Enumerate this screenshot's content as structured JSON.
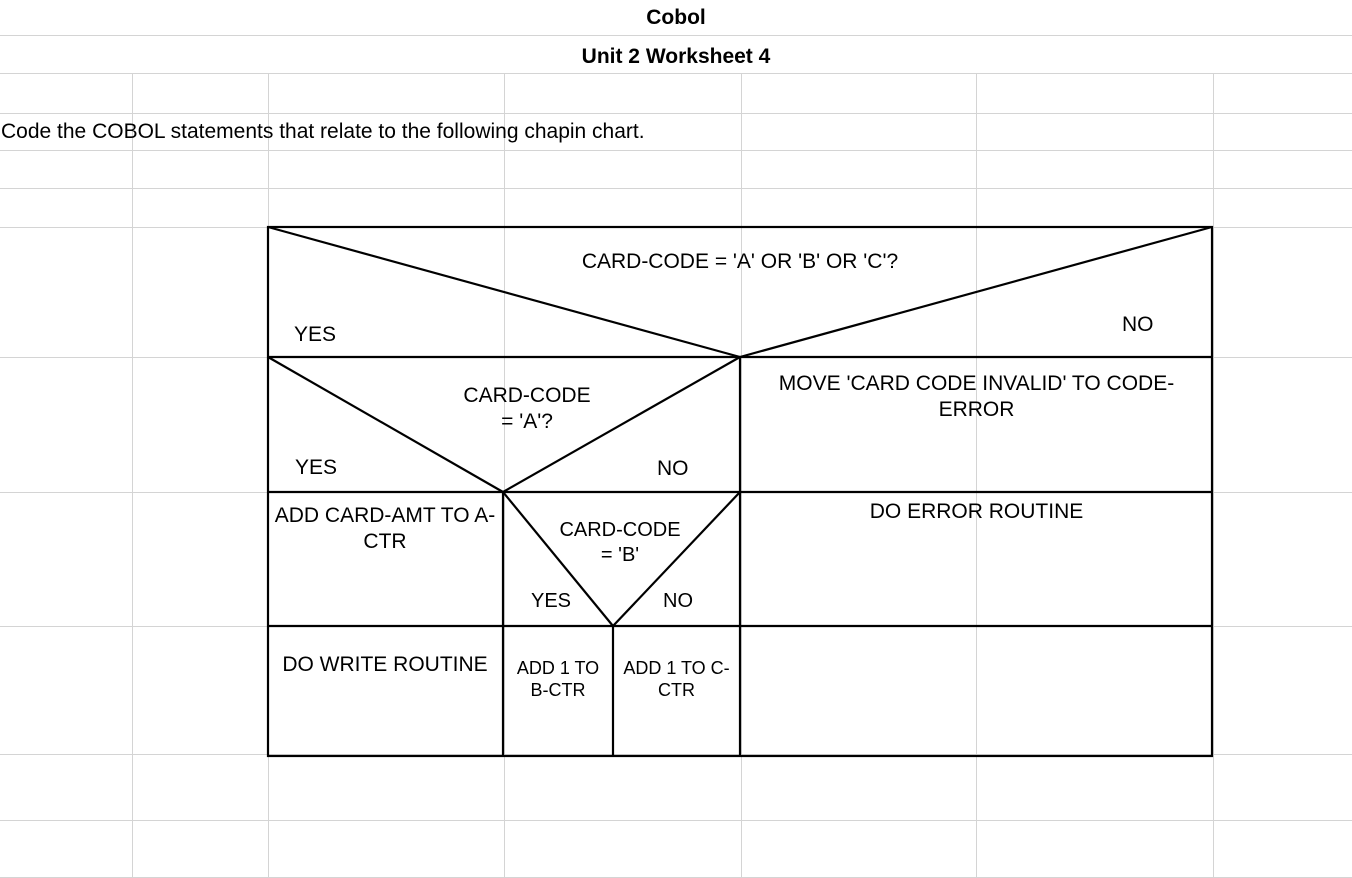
{
  "document": {
    "title": "Cobol",
    "subtitle": "Unit 2 Worksheet 4",
    "instruction": "Code the COBOL statements that relate to the following chapin chart."
  },
  "grid": {
    "column_edges": [
      0,
      132,
      268,
      504,
      741,
      976,
      1213,
      1352
    ],
    "row_edges": [
      0,
      35,
      73,
      113,
      150,
      188,
      227,
      357,
      492,
      626,
      754,
      820,
      878
    ],
    "line_color": "#d4d4d4"
  },
  "chart_data": {
    "type": "diagram",
    "diagram_kind": "chapin-chart",
    "title": "Chapin chart (Nassi-Shneiderman) for CARD-CODE validation",
    "border_color": "#000000",
    "rows": [
      {
        "id": "decision-1",
        "kind": "decision",
        "condition": "CARD-CODE = 'A' OR 'B' OR 'C'?",
        "yes_label": "YES",
        "no_label": "NO"
      },
      {
        "id": "decision-2",
        "kind": "decision",
        "condition_line1": "CARD-CODE",
        "condition_line2": "= 'A'?",
        "yes_label": "YES",
        "no_label": "NO",
        "sibling_process": "MOVE 'CARD CODE INVALID' TO CODE-ERROR"
      },
      {
        "id": "decision-3",
        "kind": "decision",
        "condition_line1": "CARD-CODE",
        "condition_line2": "= 'B'",
        "yes_label": "YES",
        "no_label": "NO",
        "left_process": "ADD CARD-AMT TO A-CTR",
        "right_process": "DO ERROR ROUTINE"
      },
      {
        "id": "process-row",
        "kind": "process",
        "cells": [
          "DO WRITE ROUTINE",
          "ADD 1 TO B-CTR",
          "ADD 1 TO C-CTR"
        ]
      }
    ]
  }
}
